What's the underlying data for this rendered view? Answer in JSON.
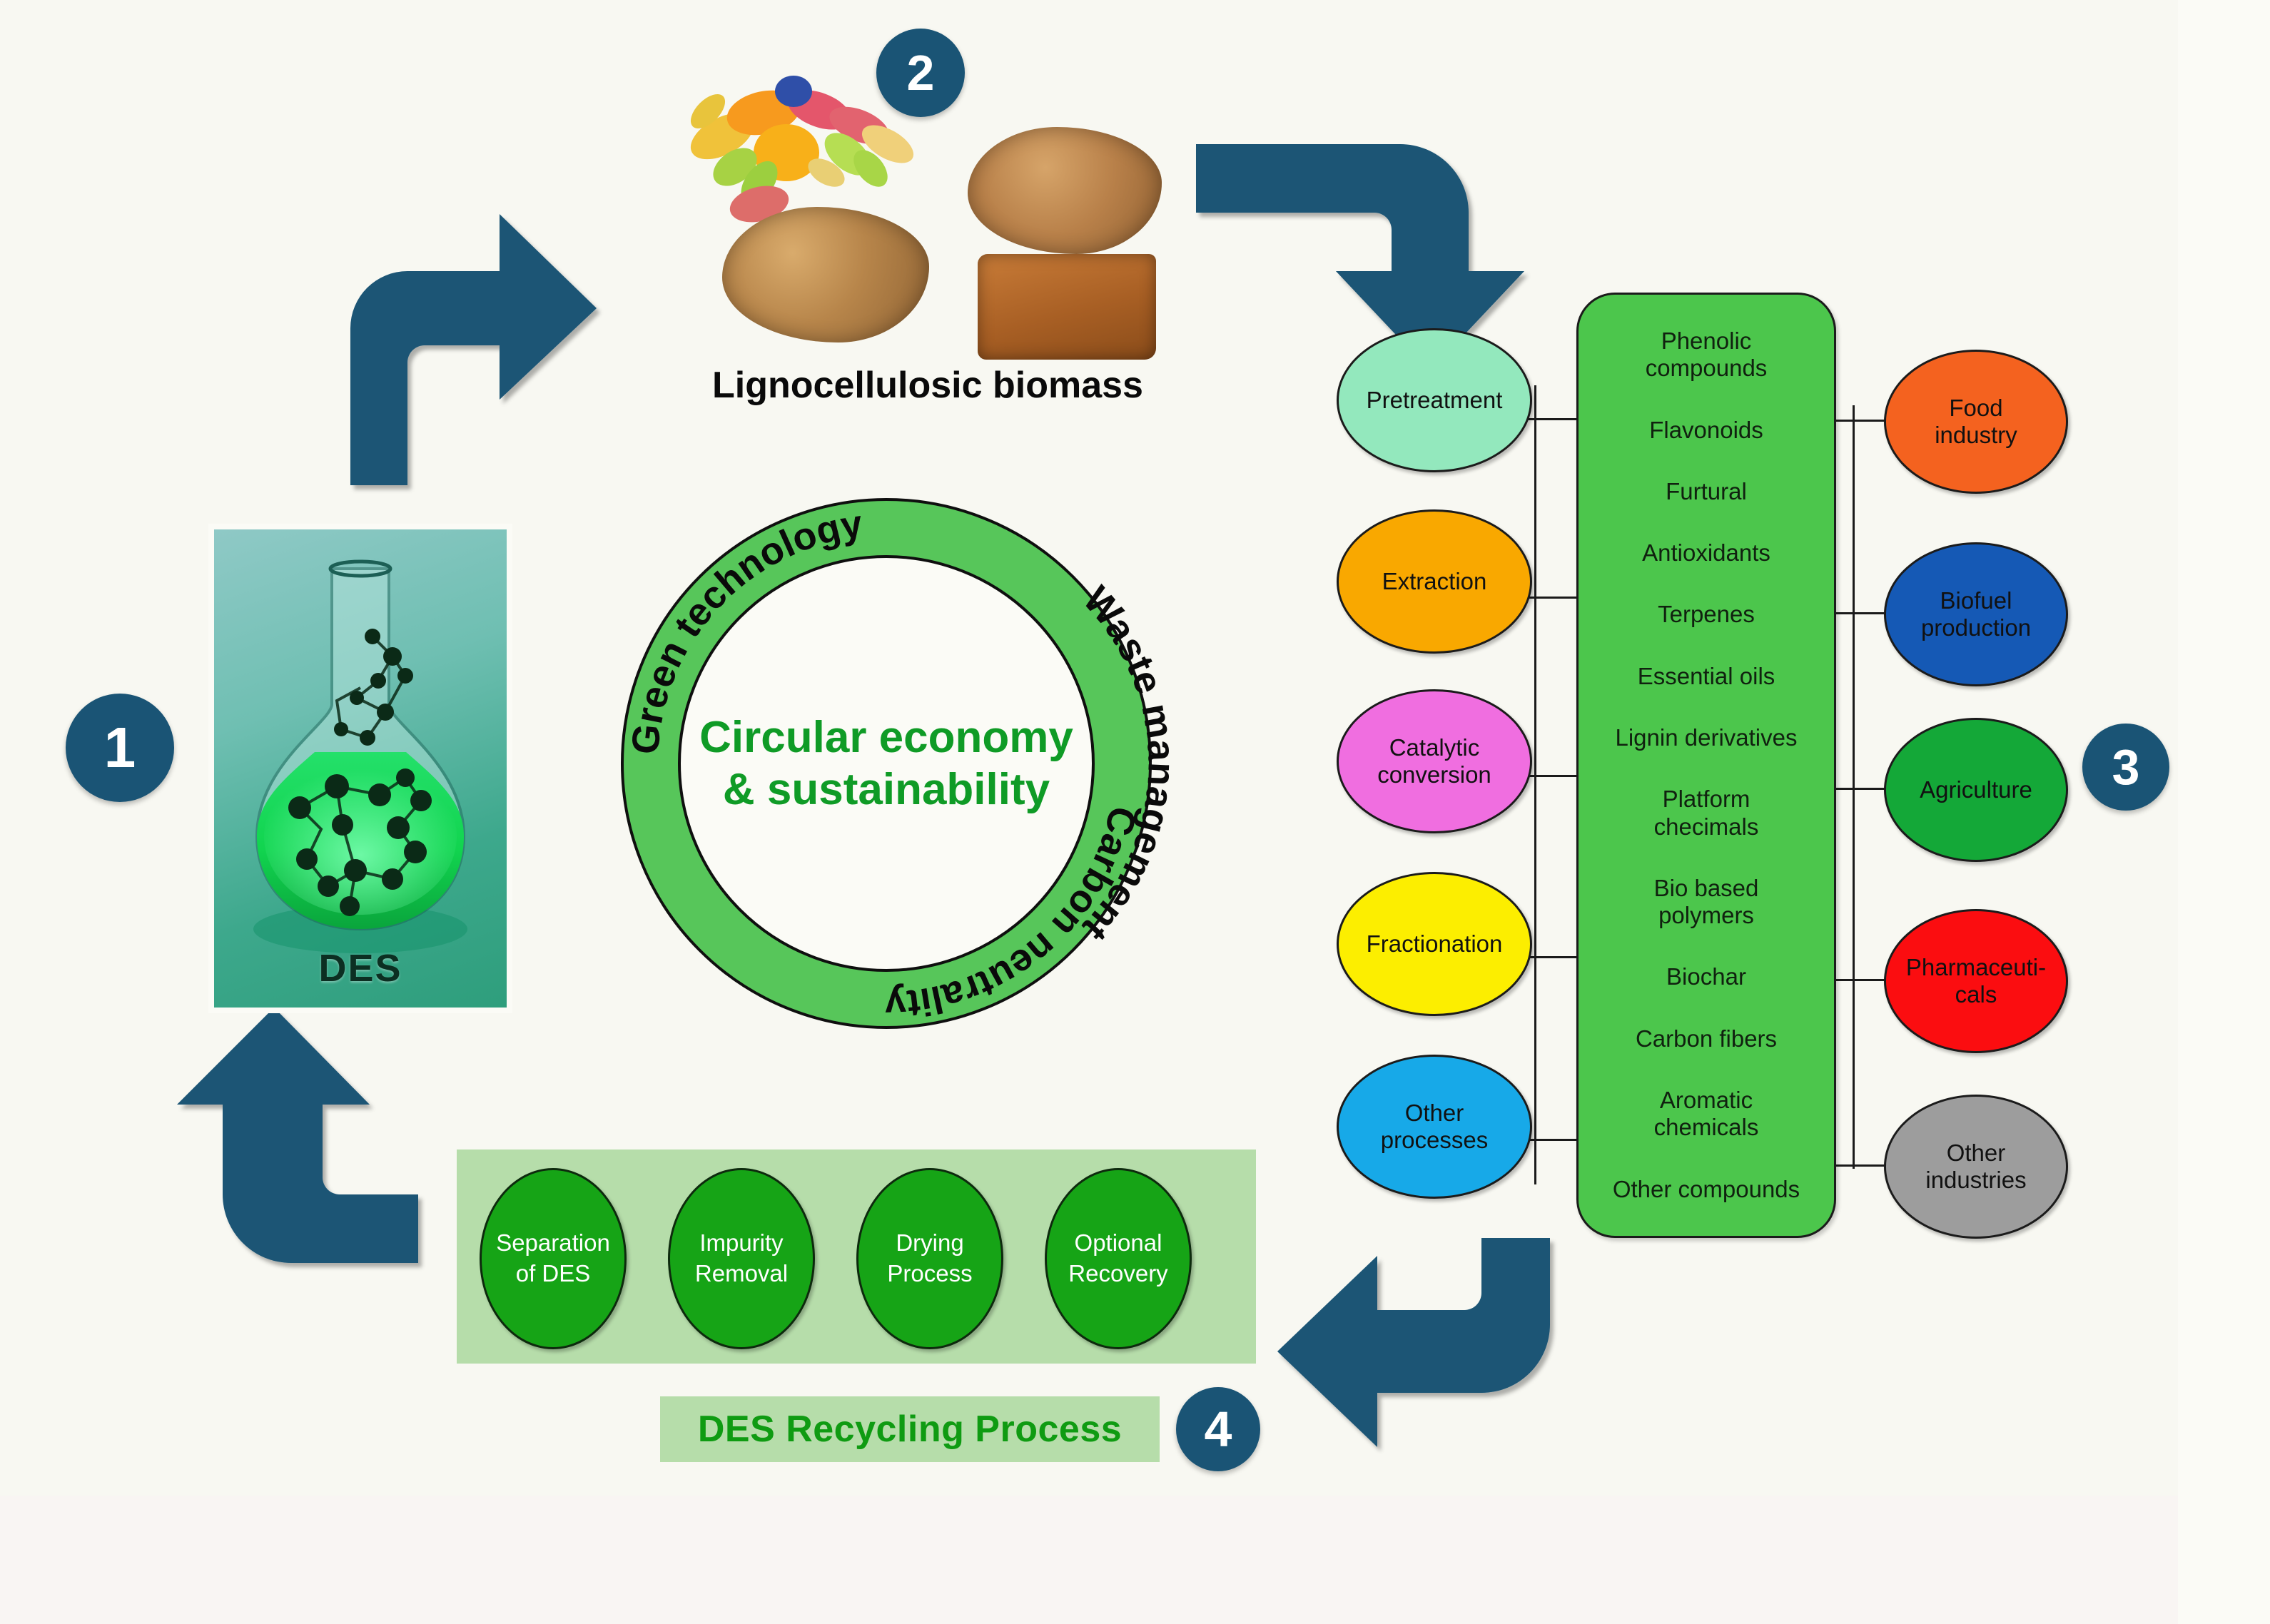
{
  "figure": {
    "background": "#fbfbf6",
    "badge_color": "#1a5475",
    "arrow_color": "#1a5475"
  },
  "badges": [
    {
      "id": "1",
      "label": "1"
    },
    {
      "id": "2",
      "label": "2"
    },
    {
      "id": "3",
      "label": "3"
    },
    {
      "id": "4",
      "label": "4"
    }
  ],
  "des_panel": {
    "label": "DES",
    "icon": "flask-with-molecule-icon"
  },
  "biomass": {
    "title": "Lignocellulosic biomass",
    "icons": [
      "fruits-vegetables-icon",
      "biomass-chunk-icon",
      "biomass-block-icon"
    ]
  },
  "circle": {
    "center_line1": "Circular economy",
    "center_line2": "& sustainability",
    "ring_labels": [
      "Green technology",
      "Waste management",
      "Carbon neutrality"
    ],
    "ring_color": "#57c65a",
    "center_text_color": "#0f9b26"
  },
  "processes": [
    {
      "label": "Pretreatment",
      "color": "#93e8bd"
    },
    {
      "label": "Extraction",
      "color": "#f9a800"
    },
    {
      "label": "Catalytic\nconversion",
      "color": "#f06ee0",
      "line1": "Catalytic",
      "line2": "conversion"
    },
    {
      "label": "Fractionation",
      "color": "#fcee00"
    },
    {
      "label": "Other\nprocesses",
      "color": "#17a9e8",
      "line1": "Other",
      "line2": "processes"
    }
  ],
  "products": {
    "panel_color": "#4cc64c",
    "items": [
      {
        "line1": "Phenolic",
        "line2": "compounds"
      },
      {
        "line1": "Flavonoids"
      },
      {
        "line1": "Furtural"
      },
      {
        "line1": "Antioxidants"
      },
      {
        "line1": "Terpenes"
      },
      {
        "line1": "Essential oils"
      },
      {
        "line1": "Lignin derivatives"
      },
      {
        "line1": "Platform",
        "line2": "checimals"
      },
      {
        "line1": "Bio based",
        "line2": "polymers"
      },
      {
        "line1": "Biochar"
      },
      {
        "line1": "Carbon fibers"
      },
      {
        "line1": "Aromatic",
        "line2": "chemicals"
      },
      {
        "line1": "Other compounds"
      }
    ]
  },
  "industries": [
    {
      "line1": "Food",
      "line2": "industry",
      "color": "#f4621f"
    },
    {
      "line1": "Biofuel",
      "line2": "production",
      "color": "#1559b5"
    },
    {
      "line1": "Agriculture",
      "color": "#14a838"
    },
    {
      "line1": "Pharmaceuti-",
      "line2": "cals",
      "color": "#fb0d10"
    },
    {
      "line1": "Other",
      "line2": "industries",
      "color": "#9d9d9d"
    }
  ],
  "recycling": {
    "title": "DES Recycling Process",
    "band_color": "#b6ddaa",
    "oval_color": "#16a416",
    "steps": [
      {
        "line1": "Separation",
        "line2": "of DES"
      },
      {
        "line1": "Impurity",
        "line2": "Removal"
      },
      {
        "line1": "Drying",
        "line2": "Process"
      },
      {
        "line1": "Optional",
        "line2": "Recovery"
      }
    ]
  },
  "arrows": [
    {
      "name": "arrow-des-to-biomass",
      "direction": "up-right"
    },
    {
      "name": "arrow-biomass-to-processes",
      "direction": "right-down"
    },
    {
      "name": "arrow-products-to-recycling",
      "direction": "down-left"
    },
    {
      "name": "arrow-recycling-to-des",
      "direction": "left-up"
    }
  ]
}
